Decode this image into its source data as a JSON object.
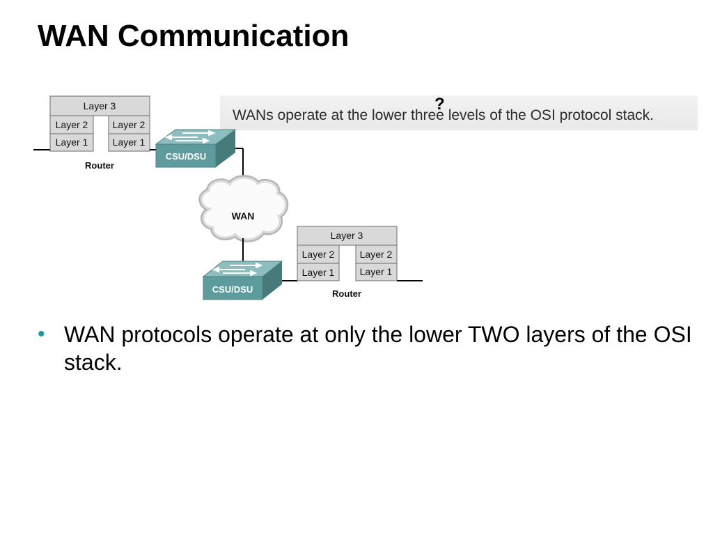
{
  "title": "WAN Communication",
  "caption": "WANs operate at the lower three levels of the OSI protocol stack.",
  "question_mark": "?",
  "diagram": {
    "router_a": {
      "layer3": "Layer 3",
      "layer2_left": "Layer 2",
      "layer2_right": "Layer 2",
      "layer1_left": "Layer 1",
      "layer1_right": "Layer 1",
      "label": "Router"
    },
    "csu_a": "CSU/DSU",
    "cloud": "WAN",
    "router_b": {
      "layer3": "Layer 3",
      "layer2_left": "Layer 2",
      "layer2_right": "Layer 2",
      "layer1_left": "Layer 1",
      "layer1_right": "Layer 1",
      "label": "Router"
    },
    "csu_b": "CSU/DSU"
  },
  "bullets": [
    "WAN protocols operate at only the lower TWO layers of the OSI stack."
  ],
  "colors": {
    "bullet": "#1a9aa3",
    "device": "#5e9b9c",
    "layer_box": "#d9d9d9"
  }
}
